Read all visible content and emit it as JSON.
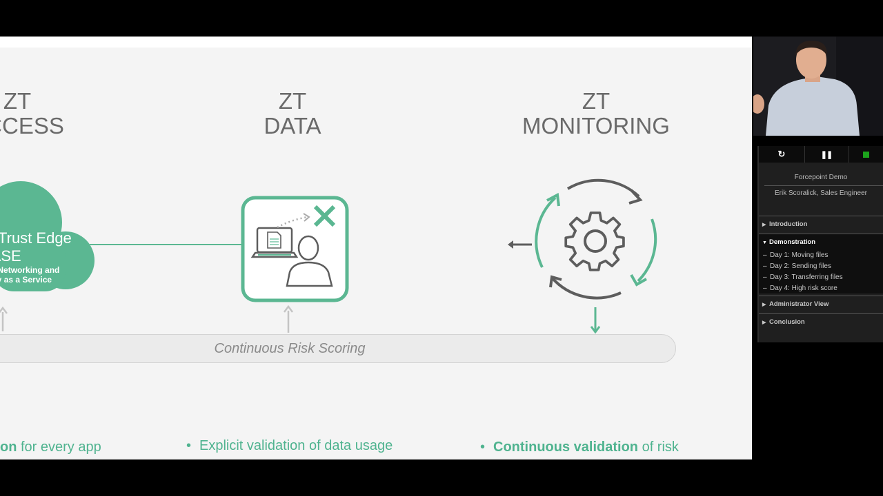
{
  "slide": {
    "columns": [
      {
        "heading_line1": "ZT",
        "heading_line2": "ACCESS"
      },
      {
        "heading_line1": "ZT",
        "heading_line2": "DATA"
      },
      {
        "heading_line1": "ZT",
        "heading_line2": "MONITORING"
      }
    ],
    "cloud": {
      "title_line1": "Trust Edge",
      "title_line2": "SASE",
      "line1": "Secure Networking and",
      "line2": "Security as a Service"
    },
    "risk_bar_label": "Continuous Risk Scoring",
    "bullets": [
      {
        "bold": "Explicit permission",
        "text": " for every app"
      },
      {
        "bold": "",
        "text": "Explicit validation of data usage"
      },
      {
        "bold": "Continuous validation",
        "text": " of risk"
      }
    ],
    "bullet_marker": "•",
    "colors": {
      "accent_green": "#4fb38f",
      "heading_gray": "#6a6a6a",
      "icon_gray": "#5d5d5d"
    }
  },
  "player": {
    "controls": {
      "replay_icon": "replay-icon",
      "pause_icon": "pause-icon",
      "stop_icon": "stop-icon",
      "stop_color": "#1ca31c"
    },
    "title": "Forcepoint Demo",
    "presenter": "Erik Scoralick, Sales Engineer",
    "sections": [
      {
        "label": "Introduction",
        "expanded": false
      },
      {
        "label": "Demonstration",
        "expanded": true,
        "items": [
          "Day 1: Moving files",
          "Day 2: Sending files",
          "Day 3: Transferring files",
          "Day 4: High risk score"
        ]
      },
      {
        "label": "Administrator View",
        "expanded": false
      },
      {
        "label": "Conclusion",
        "expanded": false
      }
    ]
  }
}
